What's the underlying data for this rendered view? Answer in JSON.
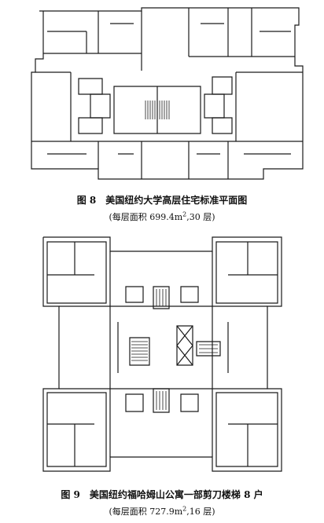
{
  "figure8": {
    "caption": "图 8　美国纽约大学高层住宅标准平面图",
    "subcaption_prefix": "(每层面积 699.4m",
    "subcaption_sup": "2",
    "subcaption_suffix": ",30 层)"
  },
  "figure9": {
    "caption": "图 9　美国纽约福哈姆山公寓一部剪刀楼梯 8 户",
    "subcaption_prefix": "(每层面积 727.9m",
    "subcaption_sup": "2",
    "subcaption_suffix": ",16 层)"
  },
  "colors": {
    "line": "#1a1a1a",
    "background": "#ffffff"
  }
}
